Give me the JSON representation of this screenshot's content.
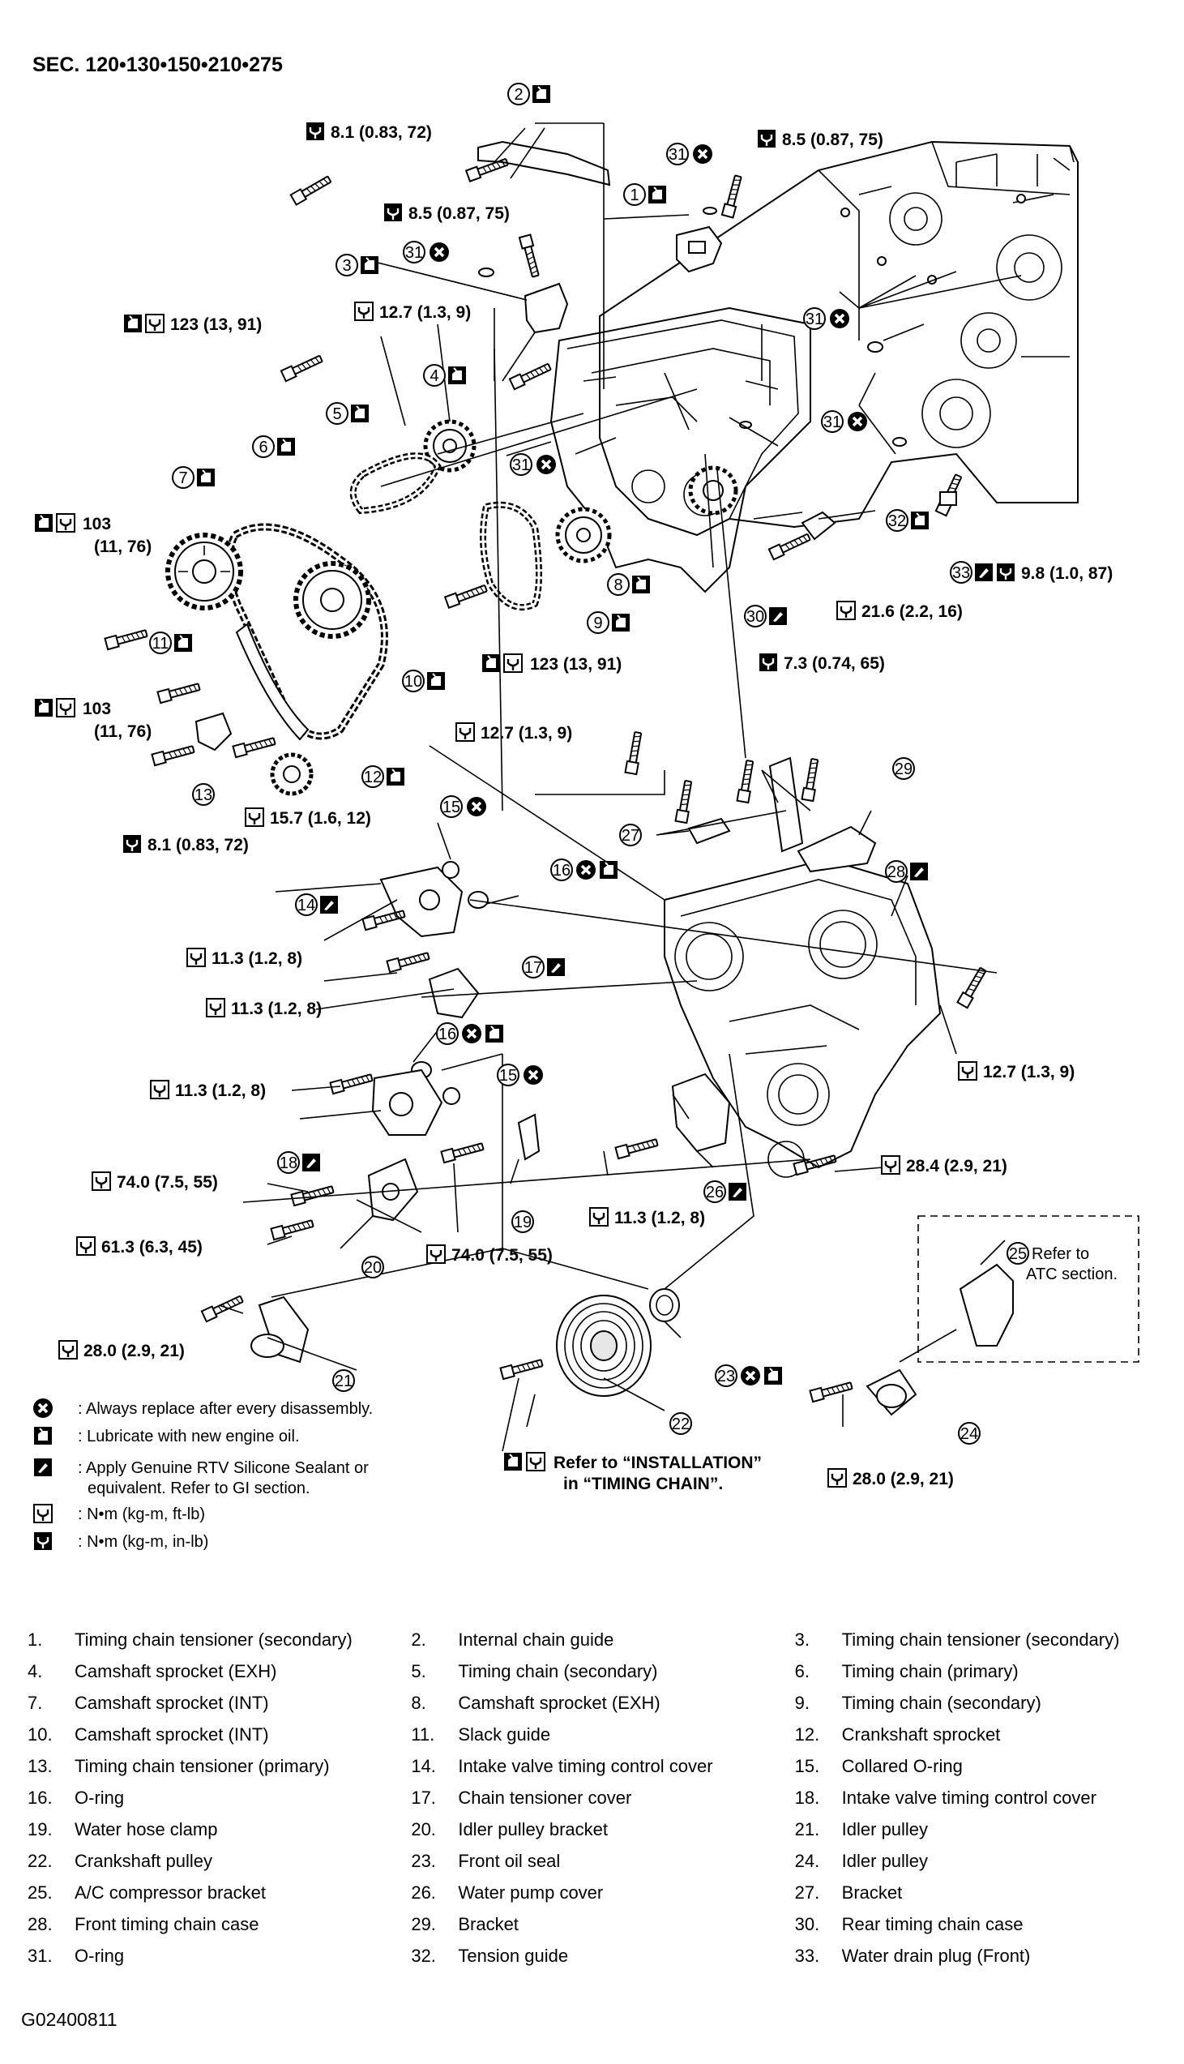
{
  "section_header": "SEC. 120•130•150•210•275",
  "figure_id": "G02400811",
  "callouts": [
    {
      "n": "1"
    },
    {
      "n": "2"
    },
    {
      "n": "3"
    },
    {
      "n": "4"
    },
    {
      "n": "5"
    },
    {
      "n": "6"
    },
    {
      "n": "7"
    },
    {
      "n": "8"
    },
    {
      "n": "9"
    },
    {
      "n": "10"
    },
    {
      "n": "11"
    },
    {
      "n": "12"
    },
    {
      "n": "13"
    },
    {
      "n": "14"
    },
    {
      "n": "15"
    },
    {
      "n": "16"
    },
    {
      "n": "17"
    },
    {
      "n": "18"
    },
    {
      "n": "19"
    },
    {
      "n": "20"
    },
    {
      "n": "21"
    },
    {
      "n": "22"
    },
    {
      "n": "23"
    },
    {
      "n": "24"
    },
    {
      "n": "25"
    },
    {
      "n": "26"
    },
    {
      "n": "27"
    },
    {
      "n": "28"
    },
    {
      "n": "29"
    },
    {
      "n": "30"
    },
    {
      "n": "31"
    },
    {
      "n": "32"
    },
    {
      "n": "33"
    }
  ],
  "torque_labels": [
    "8.1 (0.83, 72)",
    "8.5 (0.87, 75)",
    "8.5 (0.87, 75)",
    "12.7 (1.3, 9)",
    "123 (13, 91)",
    "103",
    "(11, 76)",
    "103",
    "(11, 76)",
    "9.8 (1.0, 87)",
    "21.6 (2.2, 16)",
    "123 (13, 91)",
    "7.3 (0.74, 65)",
    "12.7 (1.3, 9)",
    "15.7 (1.6, 12)",
    "8.1 (0.83, 72)",
    "11.3 (1.2, 8)",
    "11.3 (1.2, 8)",
    "12.7 (1.3, 9)",
    "11.3 (1.2, 8)",
    "74.0 (7.5, 55)",
    "28.4 (2.9, 21)",
    "61.3 (6.3, 45)",
    "74.0 (7.5, 55)",
    "11.3 (1.2, 8)",
    "28.0 (2.9, 21)",
    "28.0 (2.9, 21)"
  ],
  "notes": {
    "atc_ref_1": "Refer to",
    "atc_ref_2": "ATC section.",
    "install_ref_1": "Refer to “INSTALLATION”",
    "install_ref_2": "in “TIMING CHAIN”."
  },
  "legend": [
    {
      "icon": "replace-icon",
      "text": ": Always replace after every disassembly."
    },
    {
      "icon": "oil-can-icon",
      "text": ": Lubricate with new engine oil."
    },
    {
      "icon": "sealant-icon",
      "text": ": Apply Genuine RTV Silicone Sealant or"
    },
    {
      "icon": "",
      "text": "equivalent. Refer to GI section."
    },
    {
      "icon": "wrench-icon",
      "text": ": N•m (kg-m, ft-lb)"
    },
    {
      "icon": "wrench-solid-icon",
      "text": ": N•m (kg-m, in-lb)"
    }
  ],
  "parts": [
    {
      "num": "1.",
      "name": "Timing chain tensioner (secondary)"
    },
    {
      "num": "2.",
      "name": "Internal chain guide"
    },
    {
      "num": "3.",
      "name": "Timing chain tensioner (secondary)"
    },
    {
      "num": "4.",
      "name": "Camshaft sprocket (EXH)"
    },
    {
      "num": "5.",
      "name": "Timing chain (secondary)"
    },
    {
      "num": "6.",
      "name": "Timing chain (primary)"
    },
    {
      "num": "7.",
      "name": "Camshaft sprocket (INT)"
    },
    {
      "num": "8.",
      "name": "Camshaft sprocket (EXH)"
    },
    {
      "num": "9.",
      "name": "Timing chain (secondary)"
    },
    {
      "num": "10.",
      "name": "Camshaft sprocket (INT)"
    },
    {
      "num": "11.",
      "name": "Slack guide"
    },
    {
      "num": "12.",
      "name": "Crankshaft sprocket"
    },
    {
      "num": "13.",
      "name": "Timing chain tensioner (primary)"
    },
    {
      "num": "14.",
      "name": "Intake valve timing control cover"
    },
    {
      "num": "15.",
      "name": "Collared O-ring"
    },
    {
      "num": "16.",
      "name": "O-ring"
    },
    {
      "num": "17.",
      "name": "Chain tensioner cover"
    },
    {
      "num": "18.",
      "name": "Intake valve timing control cover"
    },
    {
      "num": "19.",
      "name": "Water hose clamp"
    },
    {
      "num": "20.",
      "name": "Idler pulley bracket"
    },
    {
      "num": "21.",
      "name": "Idler pulley"
    },
    {
      "num": "22.",
      "name": "Crankshaft pulley"
    },
    {
      "num": "23.",
      "name": "Front oil seal"
    },
    {
      "num": "24.",
      "name": "Idler pulley"
    },
    {
      "num": "25.",
      "name": "A/C compressor bracket"
    },
    {
      "num": "26.",
      "name": "Water pump cover"
    },
    {
      "num": "27.",
      "name": "Bracket"
    },
    {
      "num": "28.",
      "name": "Front timing chain case"
    },
    {
      "num": "29.",
      "name": "Bracket"
    },
    {
      "num": "30.",
      "name": "Rear timing chain case"
    },
    {
      "num": "31.",
      "name": "O-ring"
    },
    {
      "num": "32.",
      "name": "Tension guide"
    },
    {
      "num": "33.",
      "name": "Water drain plug (Front)"
    }
  ]
}
